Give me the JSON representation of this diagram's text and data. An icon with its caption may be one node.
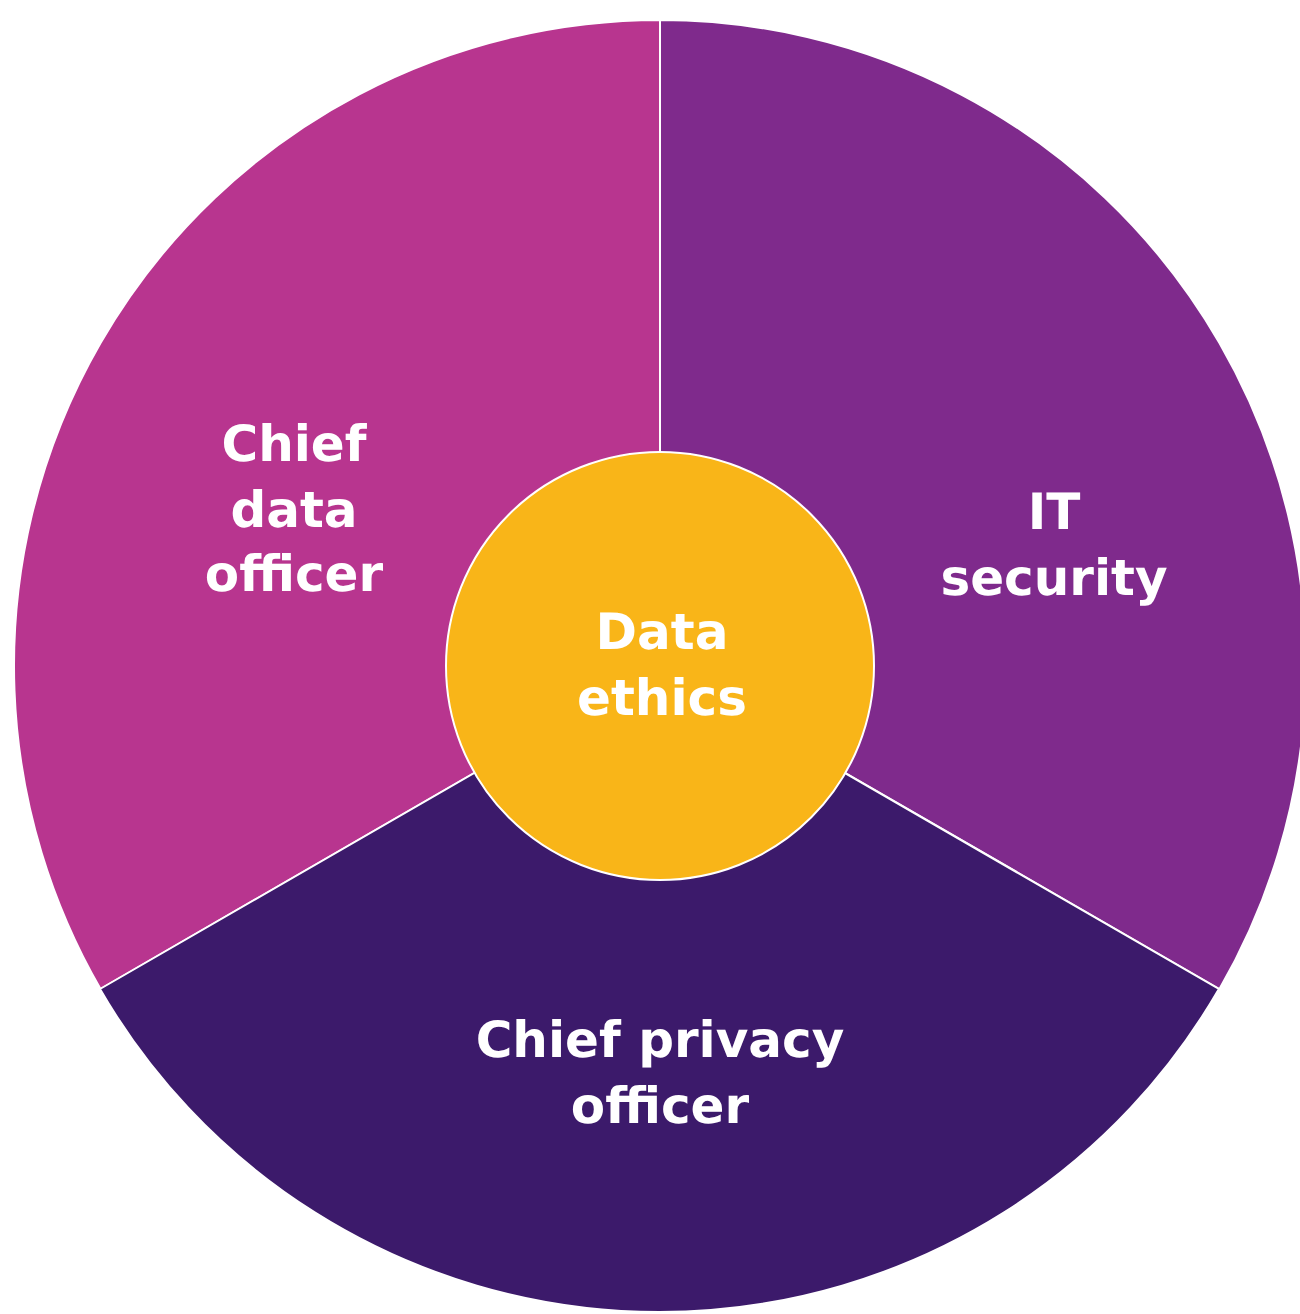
{
  "diagram": {
    "nodes": [
      {
        "text": [
          "Chief data officer"
        ]
      },
      {
        "text": [
          "IT security"
        ]
      },
      {
        "text": [
          "Chief privacy officer"
        ]
      },
      {
        "text": [
          "Data ethics"
        ]
      }
    ]
  }
}
